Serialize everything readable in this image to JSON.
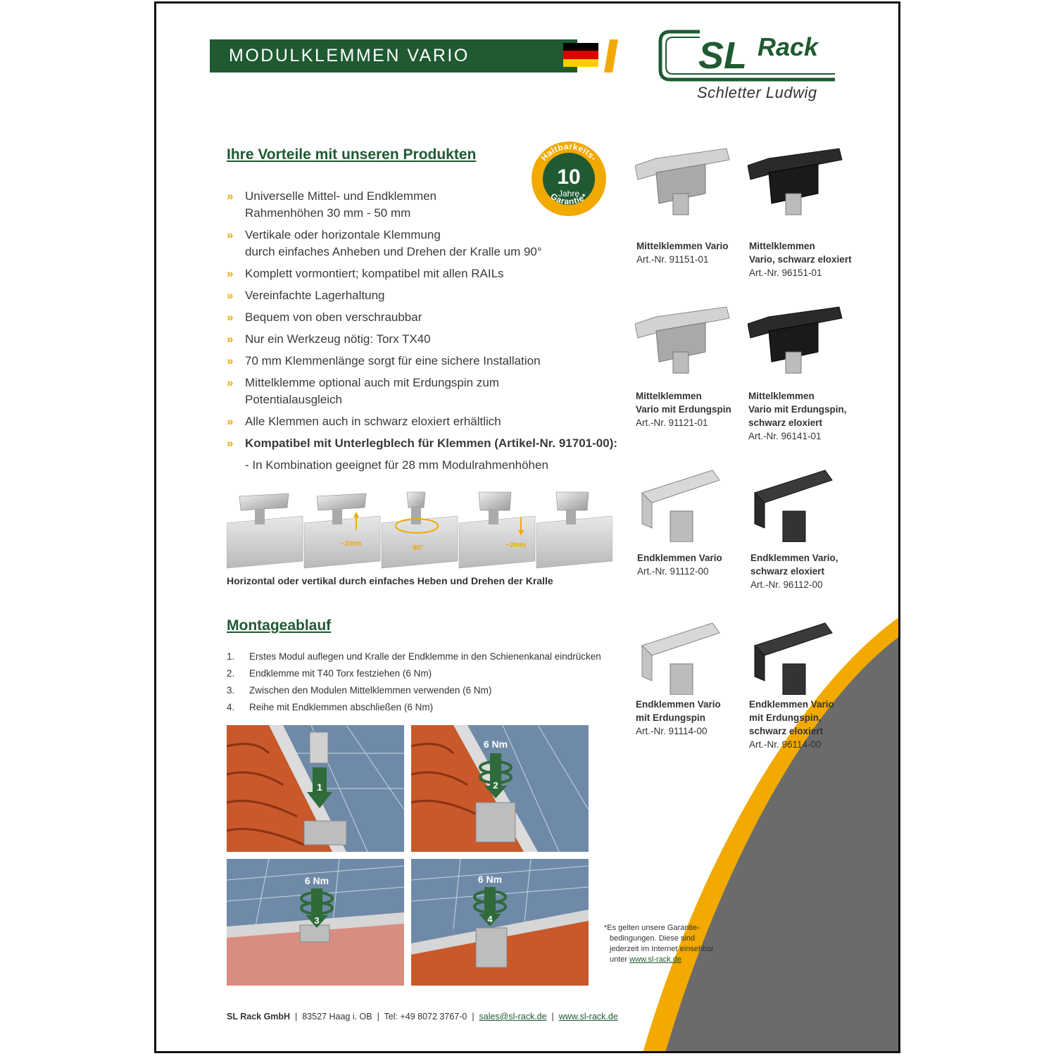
{
  "header": {
    "title": "MODULKLEMMEN VARIO"
  },
  "logo": {
    "brand_sl": "SL",
    "brand_rack": "Rack",
    "subtitle": "Schletter Ludwig"
  },
  "badge": {
    "top_text": "Haltbarkeits-",
    "number": "10",
    "unit": "Jahre",
    "bottom_text": "Garantie*"
  },
  "colors": {
    "green": "#1f5a32",
    "yellow": "#f2a900",
    "grey": "#6b6b6b"
  },
  "advantages": {
    "heading": "Ihre Vorteile mit unseren Produkten",
    "bullet_symbol": "»",
    "items": [
      {
        "line1": "Universelle Mittel- und Endklemmen",
        "line2": "Rahmenhöhen 30 mm - 50 mm"
      },
      {
        "line1": "Vertikale oder horizontale Klemmung",
        "line2": "durch einfaches Anheben und Drehen der Kralle um 90°"
      },
      {
        "line1": "Komplett vormontiert; kompatibel mit allen RAILs",
        "line2": ""
      },
      {
        "line1": "Vereinfachte Lagerhaltung",
        "line2": ""
      },
      {
        "line1": "Bequem von oben verschraubbar",
        "line2": ""
      },
      {
        "line1": "Nur ein Werkzeug nötig: Torx TX40",
        "line2": ""
      },
      {
        "line1": "70 mm Klemmenlänge sorgt für eine sichere Installation",
        "line2": ""
      },
      {
        "line1": "Mittelklemme optional auch mit Erdungspin zum",
        "line2": "Potentialausgleich"
      },
      {
        "line1": "Alle Klemmen auch in schwarz eloxiert erhältlich",
        "line2": ""
      },
      {
        "line1": "Kompatibel mit Unterlegblech für Klemmen (Artikel-Nr. 91701-00):",
        "line2": ""
      }
    ],
    "sub_note": "- In Kombination geeignet für 28 mm Modulrahmenhöhen"
  },
  "strip": {
    "labels": [
      "~2mm",
      "90°",
      "~2mm"
    ],
    "caption": "Horizontal oder vertikal durch einfaches Heben und Drehen der Kralle"
  },
  "mounting": {
    "heading": "Montageablauf",
    "steps": [
      {
        "num": "1.",
        "text": "Erstes Modul auflegen und Kralle der Endklemme in den Schienenkanal eindrücken"
      },
      {
        "num": "2.",
        "text": "Endklemme mit T40 Torx festziehen (6 Nm)"
      },
      {
        "num": "3.",
        "text": "Zwischen den Modulen Mittelklemmen verwenden (6 Nm)"
      },
      {
        "num": "4.",
        "text": "Reihe mit Endklemmen abschließen (6 Nm)"
      }
    ],
    "photos": [
      {
        "step": "1",
        "torque": ""
      },
      {
        "step": "2",
        "torque": "6 Nm"
      },
      {
        "step": "3",
        "torque": "6 Nm"
      },
      {
        "step": "4",
        "torque": "6 Nm"
      }
    ]
  },
  "products": [
    {
      "name1": "Mittelklemmen Vario",
      "name2": "",
      "name3": "",
      "art": "Art.-Nr. 91151-01",
      "finish": "silver",
      "kind": "mid"
    },
    {
      "name1": "Mittelklemmen",
      "name2": "Vario, schwarz eloxiert",
      "name3": "",
      "art": "Art.-Nr. 96151-01",
      "finish": "black",
      "kind": "mid"
    },
    {
      "name1": "Mittelklemmen",
      "name2": "Vario mit Erdungspin",
      "name3": "",
      "art": "Art.-Nr. 91121-01",
      "finish": "silver",
      "kind": "mid"
    },
    {
      "name1": "Mittelklemmen",
      "name2": "Vario mit Erdungspin,",
      "name3": "schwarz eloxiert",
      "art": "Art.-Nr. 96141-01",
      "finish": "black",
      "kind": "mid"
    },
    {
      "name1": "Endklemmen Vario",
      "name2": "",
      "name3": "",
      "art": "Art.-Nr. 91112-00",
      "finish": "silver",
      "kind": "end"
    },
    {
      "name1": "Endklemmen Vario,",
      "name2": "schwarz eloxiert",
      "name3": "",
      "art": "Art.-Nr. 96112-00",
      "finish": "black",
      "kind": "end"
    },
    {
      "name1": "Endklemmen Vario",
      "name2": "mit Erdungspin",
      "name3": "",
      "art": "Art.-Nr. 91114-00",
      "finish": "silver",
      "kind": "end"
    },
    {
      "name1": "Endklemmen Vario",
      "name2": "mit Erdungspin,",
      "name3": "schwarz eloxiert",
      "art": "Art.-Nr. 96114-00",
      "finish": "black",
      "kind": "end"
    }
  ],
  "footnote": {
    "line1": "*Es gelten unsere Garantie-",
    "line2": "bedingungen. Diese sind",
    "line3": "jederzeit im Internet einsehbar",
    "line4_prefix": "unter",
    "link": "www.sl-rack.de"
  },
  "footer": {
    "company": "SL Rack GmbH",
    "sep": "|",
    "address": "83527 Haag i. OB",
    "phone": "Tel: +49 8072 3767-0",
    "email": "sales@sl-rack.de",
    "web": "www.sl-rack.de"
  }
}
